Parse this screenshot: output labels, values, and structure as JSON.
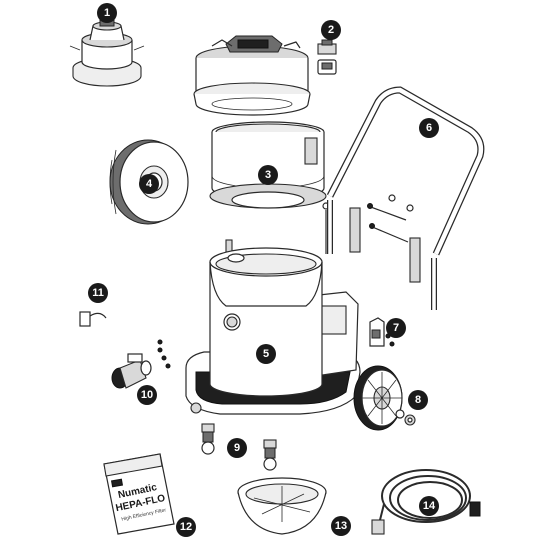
{
  "diagram": {
    "callouts": [
      {
        "number": "1"
      },
      {
        "number": "2"
      },
      {
        "number": "3"
      },
      {
        "number": "4"
      },
      {
        "number": "5"
      },
      {
        "number": "6"
      },
      {
        "number": "7"
      },
      {
        "number": "8"
      },
      {
        "number": "9"
      },
      {
        "number": "10"
      },
      {
        "number": "11"
      },
      {
        "number": "12"
      },
      {
        "number": "13"
      },
      {
        "number": "14"
      }
    ],
    "filter_pack": {
      "brand": "Numatic",
      "product": "HEPA-FLO",
      "subtitle": "High Efficiency Filter"
    }
  }
}
